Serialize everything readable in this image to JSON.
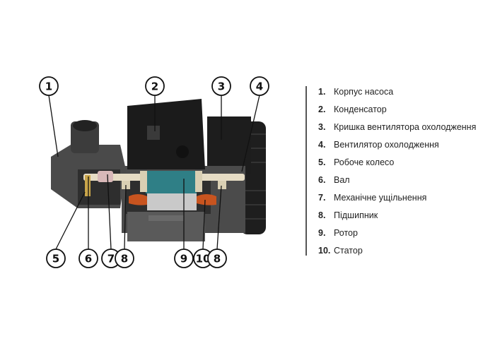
{
  "callouts": [
    "1",
    "2",
    "3",
    "4",
    "5",
    "6",
    "7",
    "8",
    "9",
    "10",
    "8"
  ],
  "legend": [
    {
      "num": "1.",
      "label": "Корпус насоса"
    },
    {
      "num": "2.",
      "label": "Конденсатор"
    },
    {
      "num": "3.",
      "label": "Кришка вентилятора охолодження"
    },
    {
      "num": "4.",
      "label": "Вентилятор охолодження"
    },
    {
      "num": "5.",
      "label": "Робоче колесо"
    },
    {
      "num": "6.",
      "label": "Вал"
    },
    {
      "num": "7.",
      "label": "Механічне ущільнення"
    },
    {
      "num": "8.",
      "label": "Підшипник"
    },
    {
      "num": "9.",
      "label": "Ротор"
    },
    {
      "num": "10.",
      "label": "Статор"
    }
  ],
  "colors": {
    "rotor": "#2f7f86",
    "stator": "#c8541f",
    "shaft": "#e6dcc4",
    "body": "#3a3a3a",
    "black": "#1b1b1b"
  }
}
